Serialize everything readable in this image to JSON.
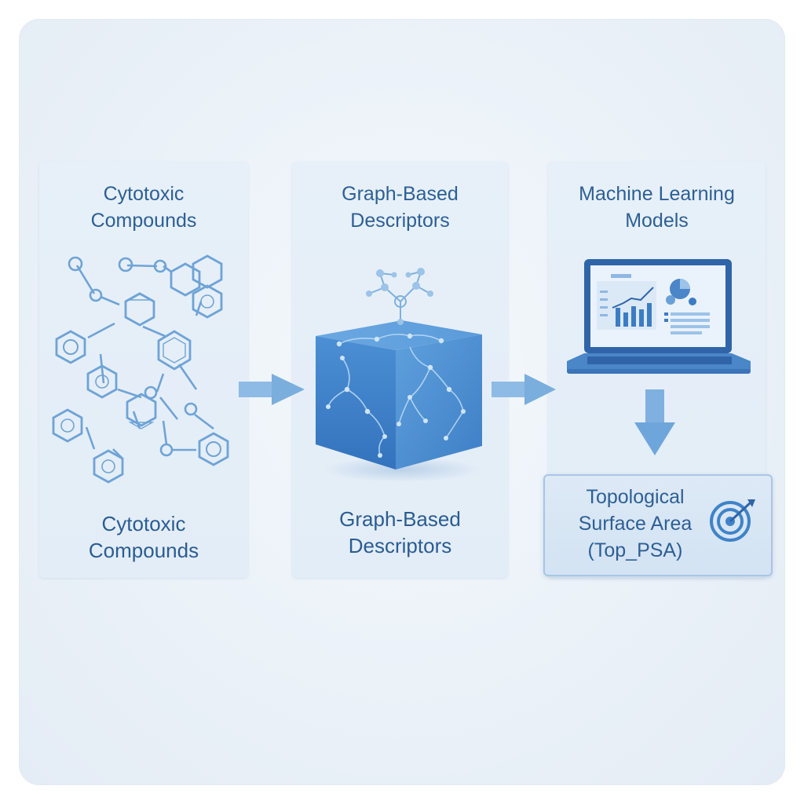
{
  "panels": [
    {
      "title_lines": [
        "Cytotoxic",
        "Compounds"
      ],
      "subtitle_lines": [
        "Cytotoxic",
        "Compounds"
      ],
      "icon": "molecule-network-icon"
    },
    {
      "title_lines": [
        "Graph-Based",
        "Descriptors"
      ],
      "subtitle_lines": [
        "Graph-Based",
        "Descriptors"
      ],
      "icon": "graph-cube-icon"
    },
    {
      "title_lines": [
        "Machine Learning",
        "Models"
      ],
      "icon": "laptop-dashboard-icon"
    }
  ],
  "result": {
    "lines": [
      "Topological",
      "Surface Area",
      "(Top_PSA)"
    ],
    "icon": "target-icon"
  },
  "colors": {
    "accent": "#3f83c8",
    "text": "#2d5f95",
    "panel": "#e5eef8",
    "arrow": "#7fb0df"
  }
}
